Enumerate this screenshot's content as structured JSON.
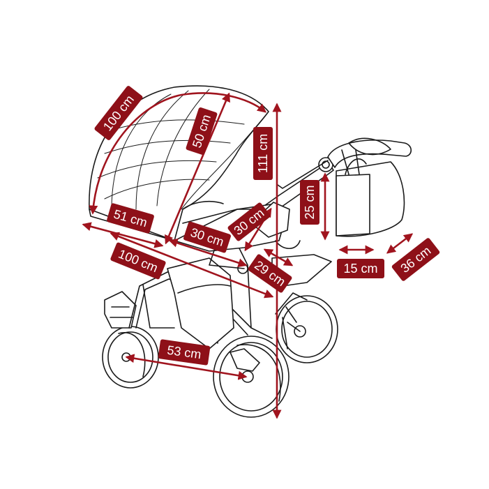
{
  "accent_color": "#8e1018",
  "measurements": {
    "canopy_arc": "100 cm",
    "canopy_depth": "50 cm",
    "total_height": "111 cm",
    "carrycot_length": "51 cm",
    "seat_length": "30 cm",
    "footrest": "30 cm",
    "seat_width": "29 cm",
    "frame_length": "100 cm",
    "wheelbase": "53 cm",
    "bag_height": "25 cm",
    "bag_depth": "15 cm",
    "bag_width": "36 cm"
  }
}
